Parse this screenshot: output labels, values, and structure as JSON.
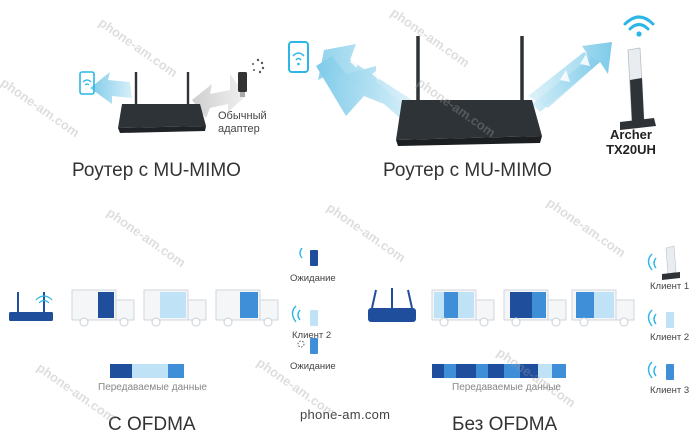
{
  "top": {
    "left_caption": "Роутер с MU-MIMO",
    "right_caption": "Роутер с MU-MIMO",
    "adapter_label_line1": "Обычный",
    "adapter_label_line2": "адаптер",
    "product_line1": "Archer",
    "product_line2": "TX20UH"
  },
  "bottom": {
    "left_caption": "С OFDMA",
    "right_caption": "Без OFDMA",
    "site": "phone-am.com",
    "data_label_left": "Передаваемые данные",
    "data_label_right": "Передаваемые данные",
    "middle_states": [
      "Ожидание",
      "Клиент 2",
      "Ожидание"
    ],
    "clients": [
      "Клиент 1",
      "Клиент 2",
      "Клиент 3"
    ]
  },
  "watermark": "phone-am.com",
  "colors": {
    "arrow": "#a6dcf0",
    "router": "#2e3338",
    "navy": "#1f4e9c",
    "mid_blue": "#3f8ed8",
    "light_blue": "#bfe2f7",
    "wifi_cyan": "#2bb6e6"
  }
}
